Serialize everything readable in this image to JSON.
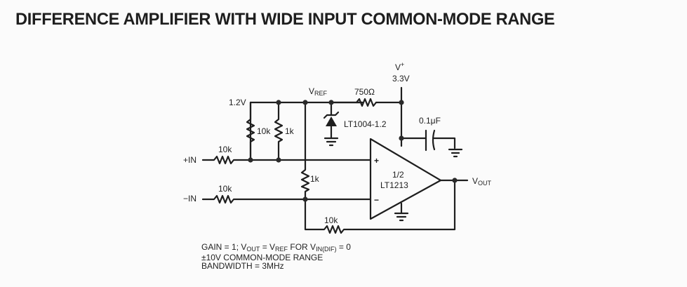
{
  "title": "DIFFERENCE AMPLIFIER WITH WIDE INPUT COMMON-MODE RANGE",
  "schematic": {
    "supply": {
      "label": "V",
      "superscript": "+",
      "value": "3.3V"
    },
    "reference_node": {
      "label": "V",
      "subscript": "REF"
    },
    "bias_node_label": "1.2V",
    "components": {
      "r_supply": "750Ω",
      "zener": "LT1004-1.2",
      "cap": "0.1μF",
      "r_bias_10k": "10k",
      "r_bias_1k": "1k",
      "r_in_plus": "10k",
      "r_in_minus": "10k",
      "r_mid": "1k",
      "r_feedback": "10k",
      "opamp_line1": "1/2",
      "opamp_line2": "LT1213",
      "opamp_plus": "+",
      "opamp_minus": "−"
    },
    "inputs": {
      "plus": "+IN",
      "minus": "−IN"
    },
    "output": {
      "label": "V",
      "subscript": "OUT"
    }
  },
  "notes": {
    "line1_a": "GAIN = 1; V",
    "line1_sub1": "OUT",
    "line1_b": " = V",
    "line1_sub2": "REF",
    "line1_c": " FOR V",
    "line1_sub3": "IN(DIF)",
    "line1_d": " = 0",
    "line2": "±10V COMMON-MODE RANGE",
    "line3": "BANDWIDTH = 3MHz"
  }
}
